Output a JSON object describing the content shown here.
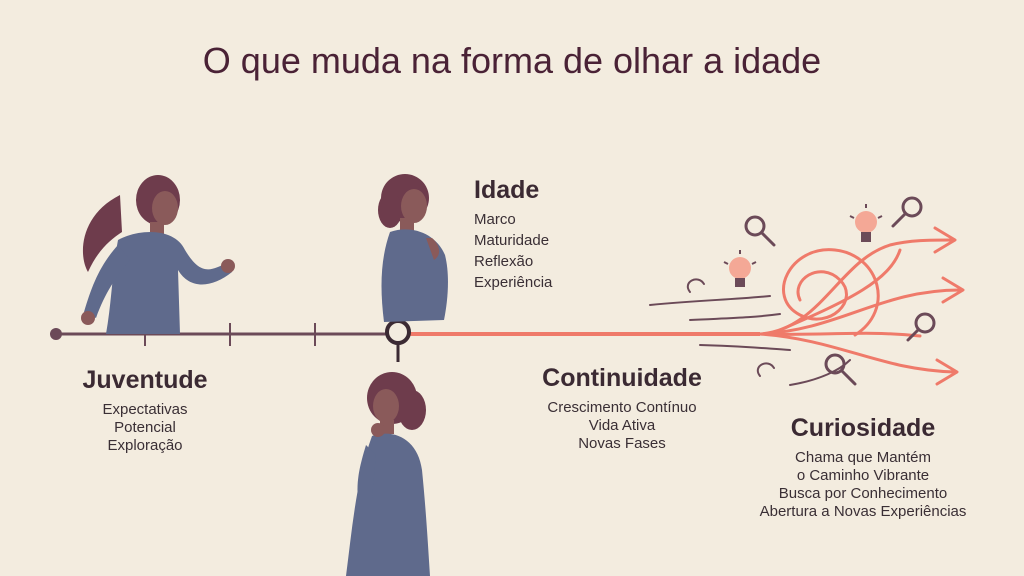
{
  "title": "O que muda na forma de olhar a idade",
  "colors": {
    "background": "#f3ecdf",
    "title": "#4a2236",
    "timeline_past": "#6b4a58",
    "timeline_future": "#ef7a6a",
    "figure_clothes": "#5f6a8c",
    "figure_hair": "#6e3c4c",
    "figure_skin": "#8a5a5a"
  },
  "icons": [
    "running-woman-icon",
    "thinking-woman-icon",
    "magnifier-icon",
    "lightbulb-icon",
    "swirl-icon",
    "arrow-icon"
  ],
  "stages": {
    "juventude": {
      "title": "Juventude",
      "items": [
        "Expectativas",
        "Potencial",
        "Exploração"
      ]
    },
    "idade": {
      "title": "Idade",
      "items": [
        "Marco",
        "Maturidade",
        "Reflexão",
        "Experiência"
      ]
    },
    "continuidade": {
      "title": "Continuidade",
      "items": [
        "Crescimento Contínuo",
        "Vida Ativa",
        "Novas Fases"
      ]
    },
    "curiosidade": {
      "title": "Curiosidade",
      "items": [
        "Chama que Mantém",
        "o Caminho Vibrante",
        "Busca por Conhecimento",
        "Abertura a Novas Experiências"
      ]
    }
  }
}
